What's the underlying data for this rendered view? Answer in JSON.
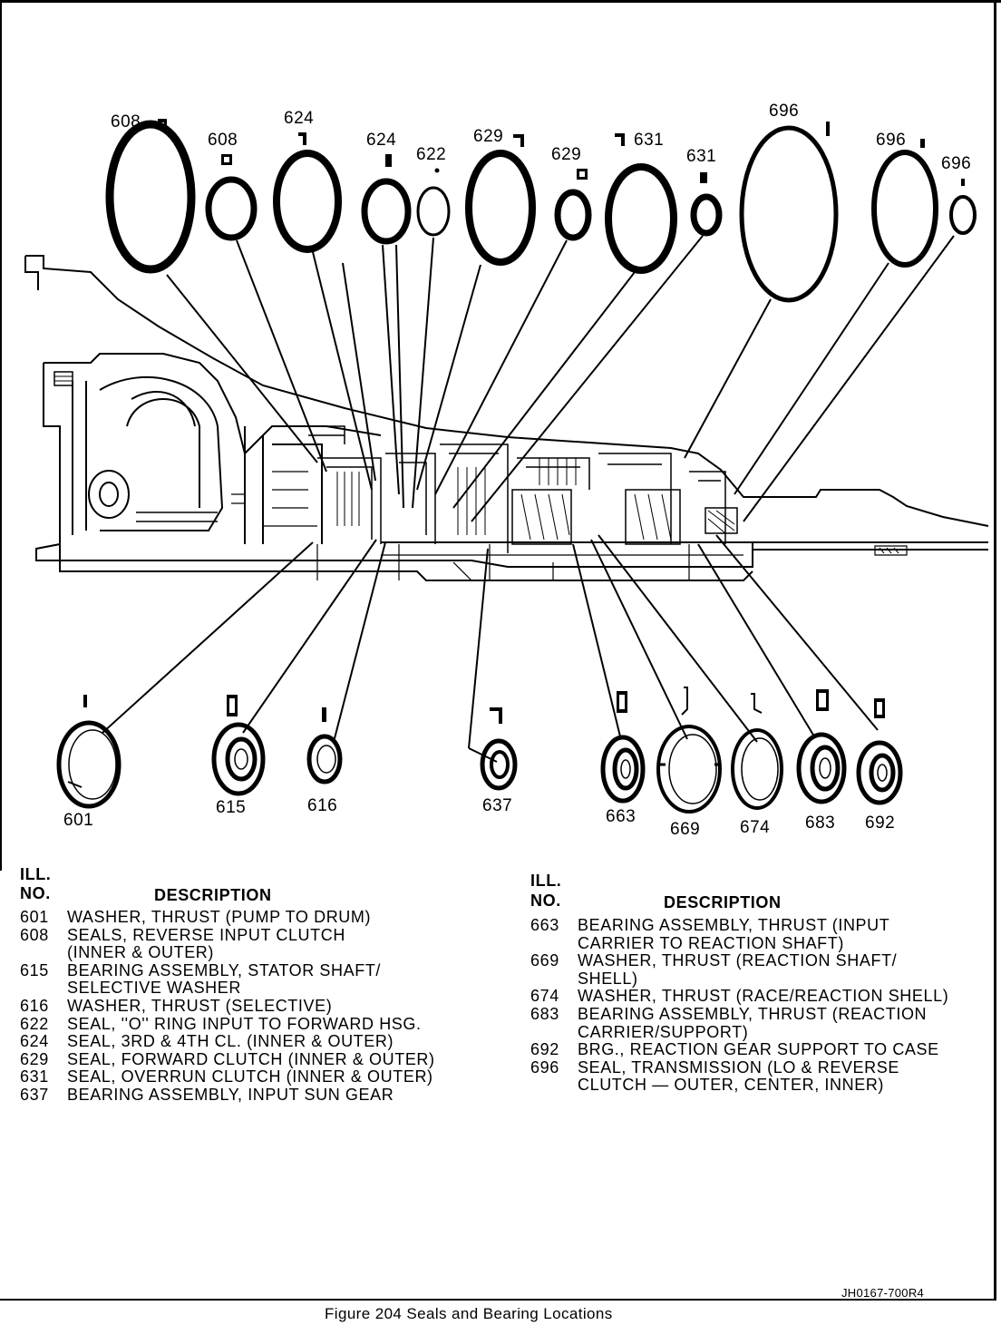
{
  "top_labels": [
    "608",
    "608",
    "624",
    "624",
    "622",
    "629",
    "629",
    "631",
    "631",
    "696",
    "696",
    "696"
  ],
  "bottom_labels": [
    "601",
    "615",
    "616",
    "637",
    "663",
    "669",
    "674",
    "683",
    "692"
  ],
  "legend_left": {
    "col_header_1": "ILL.",
    "col_header_2": "NO.",
    "desc_header": "DESCRIPTION",
    "items": [
      {
        "no": "601",
        "lines": [
          "WASHER, THRUST (PUMP TO DRUM)"
        ]
      },
      {
        "no": "608",
        "lines": [
          "SEALS, REVERSE INPUT CLUTCH",
          "(INNER & OUTER)"
        ]
      },
      {
        "no": "615",
        "lines": [
          "BEARING ASSEMBLY, STATOR SHAFT/",
          "SELECTIVE WASHER"
        ]
      },
      {
        "no": "616",
        "lines": [
          "WASHER, THRUST (SELECTIVE)"
        ]
      },
      {
        "no": "622",
        "lines": [
          "SEAL, ''O'' RING INPUT TO FORWARD HSG."
        ]
      },
      {
        "no": "624",
        "lines": [
          "SEAL, 3RD & 4TH CL. (INNER & OUTER)"
        ]
      },
      {
        "no": "629",
        "lines": [
          "SEAL, FORWARD CLUTCH (INNER & OUTER)"
        ]
      },
      {
        "no": "631",
        "lines": [
          "SEAL, OVERRUN CLUTCH (INNER & OUTER)"
        ]
      },
      {
        "no": "637",
        "lines": [
          "BEARING ASSEMBLY, INPUT SUN GEAR"
        ]
      }
    ]
  },
  "legend_right": {
    "col_header_1": "ILL.",
    "col_header_2": "NO.",
    "desc_header": "DESCRIPTION",
    "items": [
      {
        "no": "663",
        "lines": [
          "BEARING ASSEMBLY, THRUST (INPUT",
          "CARRIER TO REACTION SHAFT)"
        ]
      },
      {
        "no": "669",
        "lines": [
          "WASHER, THRUST (REACTION SHAFT/",
          "SHELL)"
        ]
      },
      {
        "no": "674",
        "lines": [
          "WASHER, THRUST (RACE/REACTION SHELL)"
        ]
      },
      {
        "no": "683",
        "lines": [
          "BEARING ASSEMBLY, THRUST (REACTION",
          "CARRIER/SUPPORT)"
        ]
      },
      {
        "no": "692",
        "lines": [
          "BRG., REACTION GEAR SUPPORT TO CASE"
        ]
      },
      {
        "no": "696",
        "lines": [
          "SEAL, TRANSMISSION (LO & REVERSE",
          "CLUTCH — OUTER, CENTER, INNER)"
        ]
      }
    ]
  },
  "reference_code": "JH0167-700R4",
  "caption": "Figure 204 Seals and Bearing Locations"
}
